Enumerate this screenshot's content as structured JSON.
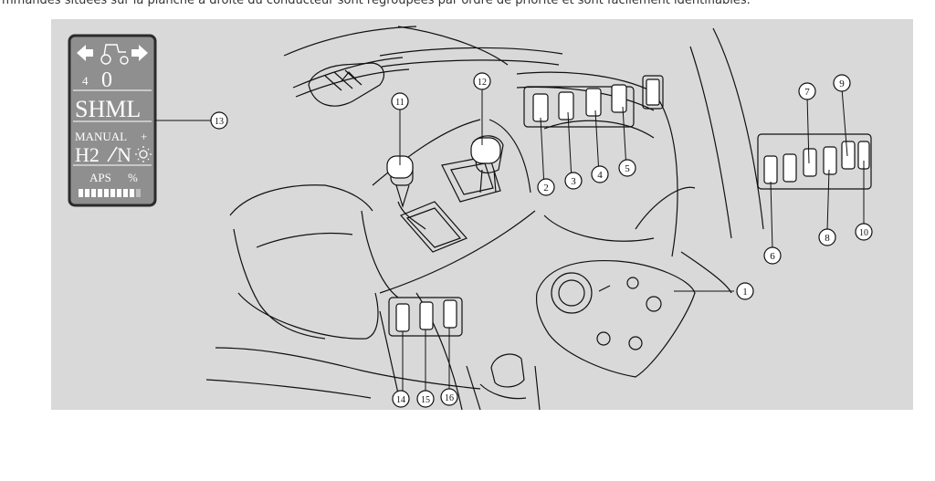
{
  "caption": "mmandes situées sur la planche à droite du conducteur sont regroupées par ordre de priorité et sont facilement identifiables.",
  "colors": {
    "figure_bg": "#d9d9d9",
    "line": "#111111",
    "panel_fill": "#8f8f8f",
    "panel_border": "#2b2b2b",
    "white": "#ffffff"
  },
  "panel": {
    "gear_number": "4",
    "gear_value": "0",
    "range_label": "SHML",
    "mode_label": "MANUAL",
    "plus_sign": "+",
    "h2_label": "H2",
    "n_label": "N",
    "aps_label": "APS",
    "percent_label": "%",
    "icons": [
      "arrow-left-icon",
      "tractor-icon",
      "arrow-right-icon",
      "sun-icon"
    ]
  },
  "callouts": {
    "c1": "1",
    "c2": "2",
    "c3": "3",
    "c4": "4",
    "c5": "5",
    "c6": "6",
    "c7": "7",
    "c8": "8",
    "c9": "9",
    "c10": "10",
    "c11": "11",
    "c12": "12",
    "c13": "13",
    "c14": "14",
    "c15": "15",
    "c16": "16"
  }
}
